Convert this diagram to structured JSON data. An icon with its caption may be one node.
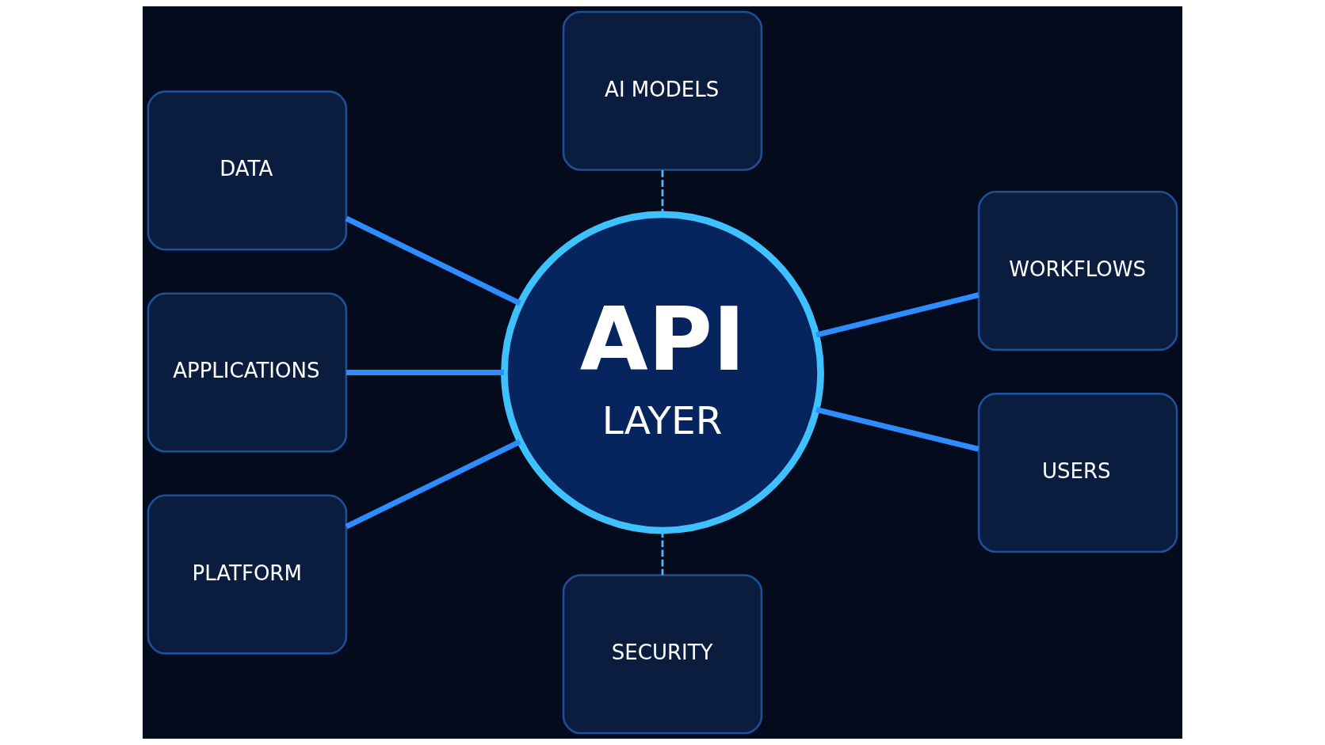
{
  "diagram": {
    "nodes": [
      {
        "text": [
          "AI MODELS"
        ]
      },
      {
        "text": [
          "DATA"
        ]
      },
      {
        "text": [
          "APPLICATIONS"
        ]
      },
      {
        "text": [
          "PLATFORM"
        ]
      },
      {
        "text": [
          "API",
          "LAYER"
        ]
      },
      {
        "text": [
          "WORKFLOWS"
        ]
      },
      {
        "text": [
          "USERS"
        ]
      },
      {
        "text": [
          "SECURITY"
        ]
      }
    ],
    "edges": [
      {
        "from": 0,
        "to": 4,
        "arrow": "none",
        "style": "dashed"
      },
      {
        "from": 1,
        "to": 4,
        "arrow": "none"
      },
      {
        "from": 2,
        "to": 4,
        "arrow": "none"
      },
      {
        "from": 3,
        "to": 4,
        "arrow": "none"
      },
      {
        "from": 4,
        "to": 5,
        "arrow": "none"
      },
      {
        "from": 4,
        "to": 6,
        "arrow": "none"
      },
      {
        "from": 4,
        "to": 7,
        "arrow": "none",
        "style": "dashed"
      }
    ]
  }
}
